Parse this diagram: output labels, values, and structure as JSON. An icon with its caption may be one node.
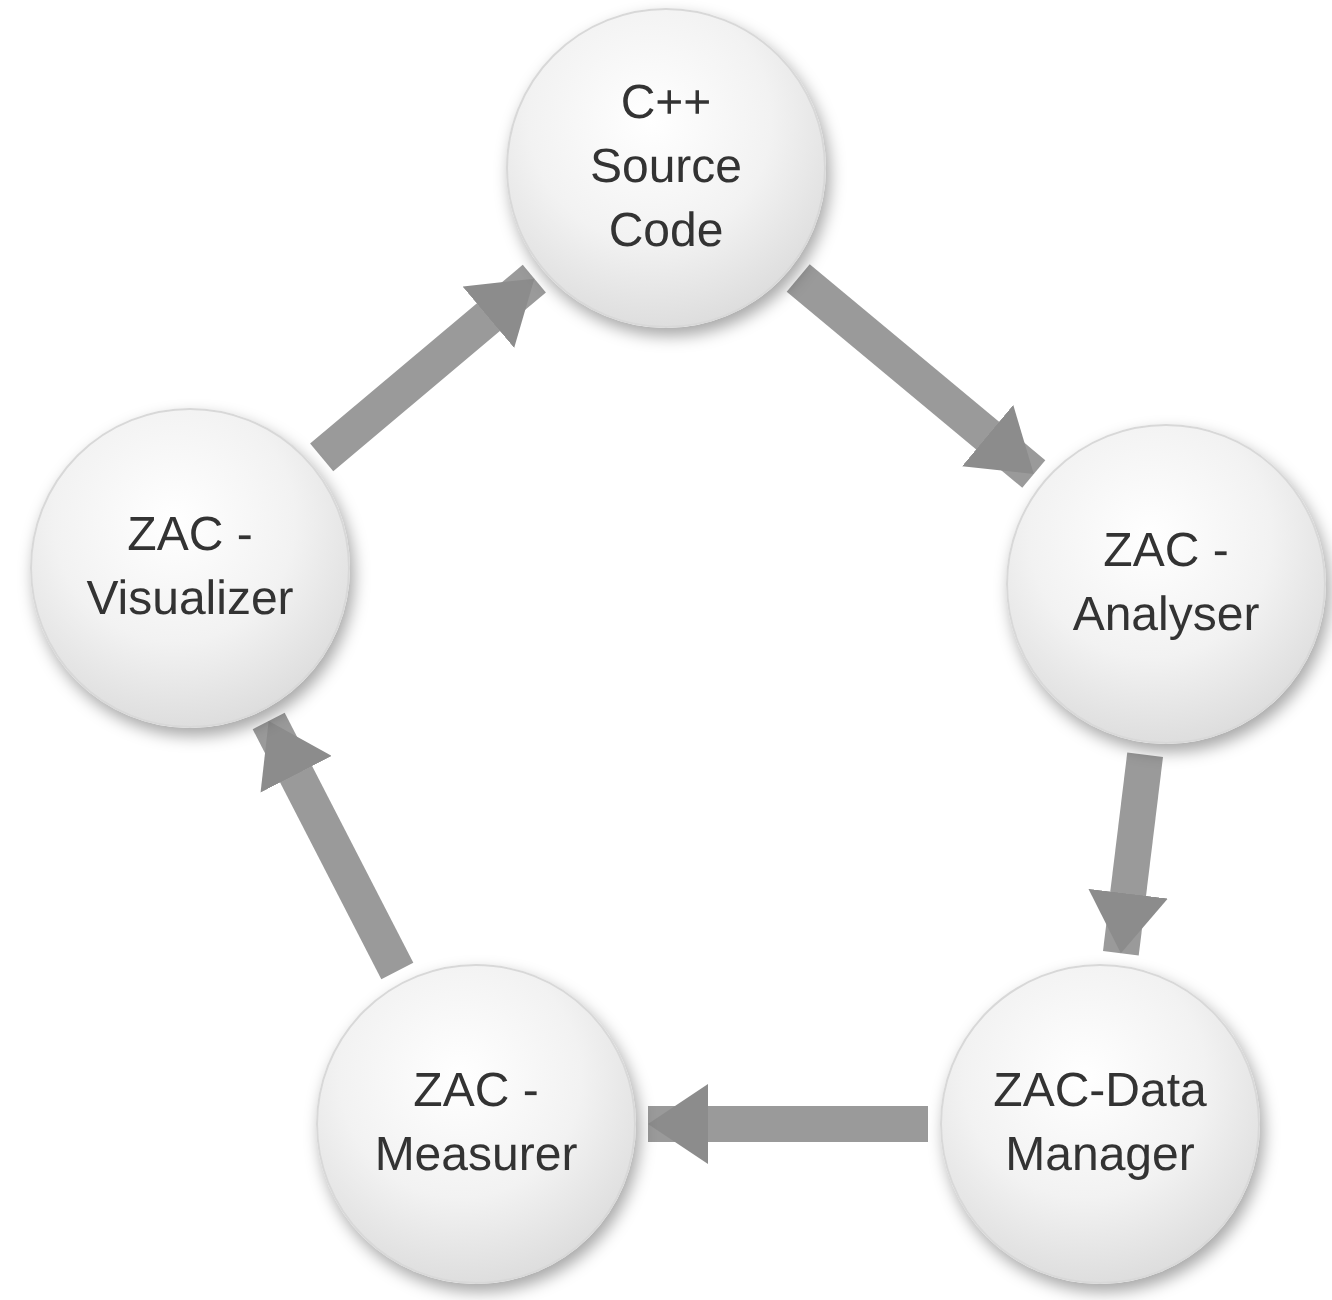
{
  "diagram": {
    "nodes": [
      {
        "text": [
          "C++ Source Code"
        ]
      },
      {
        "text": [
          "ZAC - Analyser"
        ]
      },
      {
        "text": [
          "ZAC-Data Manager"
        ]
      },
      {
        "text": [
          "ZAC - Measurer"
        ]
      },
      {
        "text": [
          "ZAC - Visualizer"
        ]
      }
    ],
    "edges": [
      {
        "from": 0,
        "to": 1,
        "arrow": "to"
      },
      {
        "from": 1,
        "to": 2,
        "arrow": "to"
      },
      {
        "from": 2,
        "to": 3,
        "arrow": "to"
      },
      {
        "from": 3,
        "to": 4,
        "arrow": "to"
      },
      {
        "from": 4,
        "to": 0,
        "arrow": "to"
      }
    ]
  }
}
